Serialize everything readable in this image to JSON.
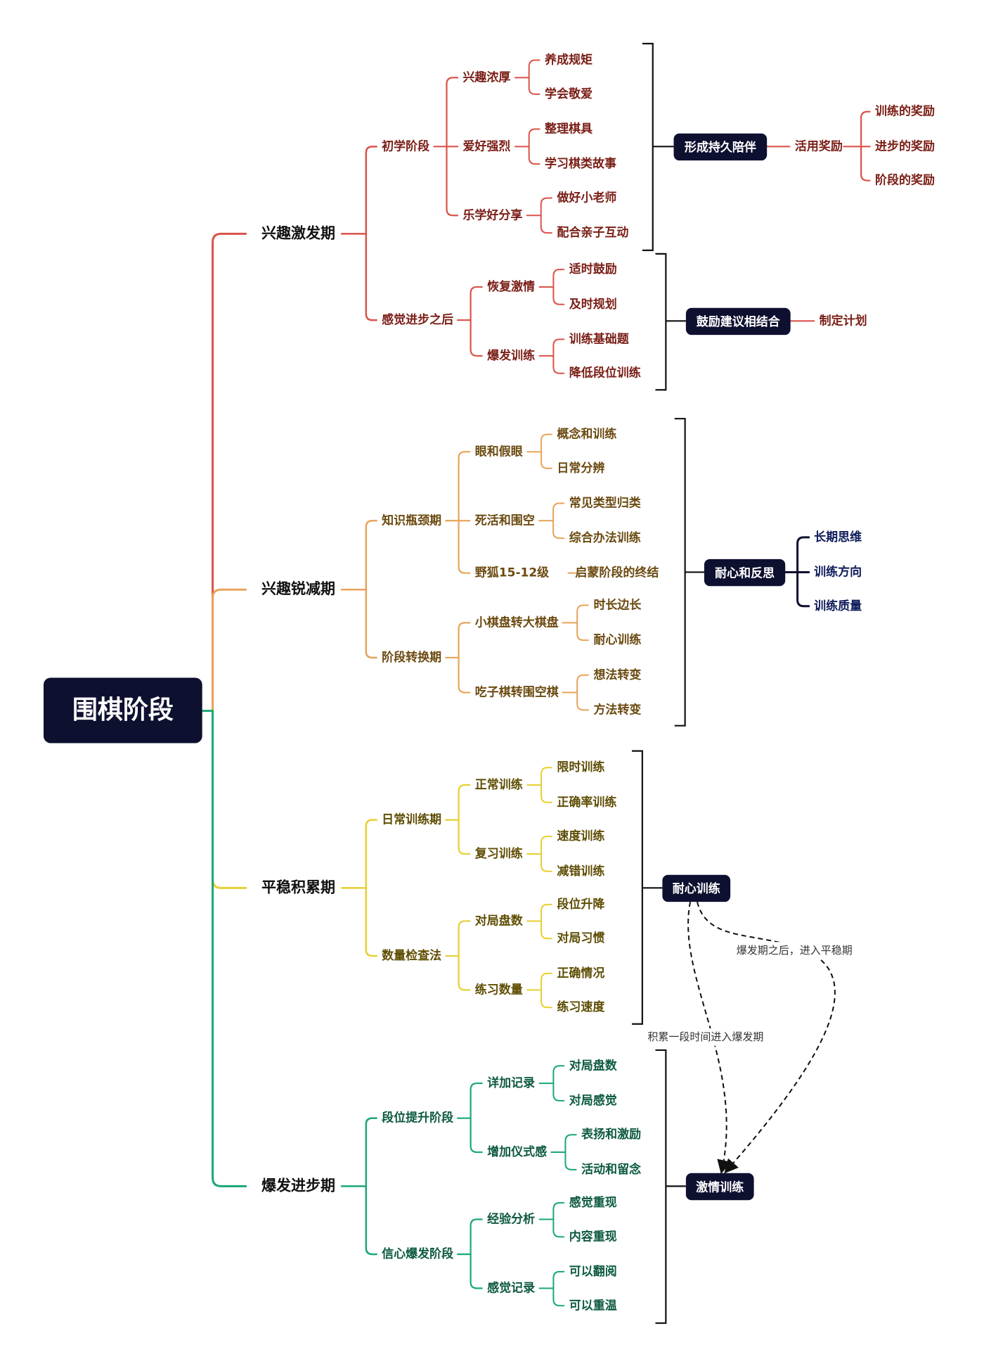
{
  "root": "围棋阶段",
  "colors": {
    "red": "#d9534a",
    "orange": "#e8a45a",
    "yellow": "#e8cf33",
    "green": "#1aa874",
    "box": "#0e1030",
    "text_red": "#7a1e16",
    "text_brown": "#6b4a10",
    "text_olive": "#5f4e05",
    "text_green": "#0d5a40",
    "text_navy": "#0f1c5a"
  },
  "sections": [
    {
      "label": "兴趣激发期",
      "children": [
        {
          "label": "初学阶段",
          "children": [
            {
              "label": "兴趣浓厚",
              "children": [
                "养成规矩",
                "学会敬爱"
              ]
            },
            {
              "label": "爱好强烈",
              "children": [
                "整理棋具",
                "学习棋类故事"
              ]
            },
            {
              "label": "乐学好分享",
              "children": [
                "做好小老师",
                "配合亲子互动"
              ]
            }
          ]
        },
        {
          "label": "感觉进步之后",
          "children": [
            {
              "label": "恢复激情",
              "children": [
                "适时鼓励",
                "及时规划"
              ]
            },
            {
              "label": "爆发训练",
              "children": [
                "训练基础题",
                "降低段位训练"
              ]
            }
          ]
        }
      ]
    },
    {
      "label": "兴趣锐减期",
      "children": [
        {
          "label": "知识瓶颈期",
          "children": [
            {
              "label": "眼和假眼",
              "children": [
                "概念和训练",
                "日常分辨"
              ]
            },
            {
              "label": "死活和围空",
              "children": [
                "常见类型归类",
                "综合办法训练"
              ]
            },
            {
              "label": "野狐15-12级",
              "children": [
                "启蒙阶段的终结"
              ]
            }
          ]
        },
        {
          "label": "阶段转换期",
          "children": [
            {
              "label": "小棋盘转大棋盘",
              "children": [
                "时长边长",
                "耐心训练"
              ]
            },
            {
              "label": "吃子棋转围空棋",
              "children": [
                "想法转变",
                "方法转变"
              ]
            }
          ]
        }
      ]
    },
    {
      "label": "平稳积累期",
      "children": [
        {
          "label": "日常训练期",
          "children": [
            {
              "label": "正常训练",
              "children": [
                "限时训练",
                "正确率训练"
              ]
            },
            {
              "label": "复习训练",
              "children": [
                "速度训练",
                "减错训练"
              ]
            }
          ]
        },
        {
          "label": "数量检查法",
          "children": [
            {
              "label": "对局盘数",
              "children": [
                "段位升降",
                "对局习惯"
              ]
            },
            {
              "label": "练习数量",
              "children": [
                "正确情况",
                "练习速度"
              ]
            }
          ]
        }
      ]
    },
    {
      "label": "爆发进步期",
      "children": [
        {
          "label": "段位提升阶段",
          "children": [
            {
              "label": "详加记录",
              "children": [
                "对局盘数",
                "对局感觉"
              ]
            },
            {
              "label": "增加仪式感",
              "children": [
                "表扬和激励",
                "活动和留念"
              ]
            }
          ]
        },
        {
          "label": "信心爆发阶段",
          "children": [
            {
              "label": "经验分析",
              "children": [
                "感觉重现",
                "内容重现"
              ]
            },
            {
              "label": "感觉记录",
              "children": [
                "可以翻阅",
                "可以重温"
              ]
            }
          ]
        }
      ]
    }
  ],
  "summaries": [
    {
      "label": "形成持久陪伴",
      "child": "活用奖励",
      "items": [
        "训练的奖励",
        "进步的奖励",
        "阶段的奖励"
      ]
    },
    {
      "label": "鼓励建议相结合",
      "child": "制定计划"
    },
    {
      "label": "耐心和反思",
      "items": [
        "长期思维",
        "训练方向",
        "训练质量"
      ]
    },
    {
      "label": "耐心训练"
    },
    {
      "label": "激情训练"
    }
  ],
  "relations": [
    "爆发期之后，进入平稳期",
    "积累一段时间进入爆发期"
  ]
}
